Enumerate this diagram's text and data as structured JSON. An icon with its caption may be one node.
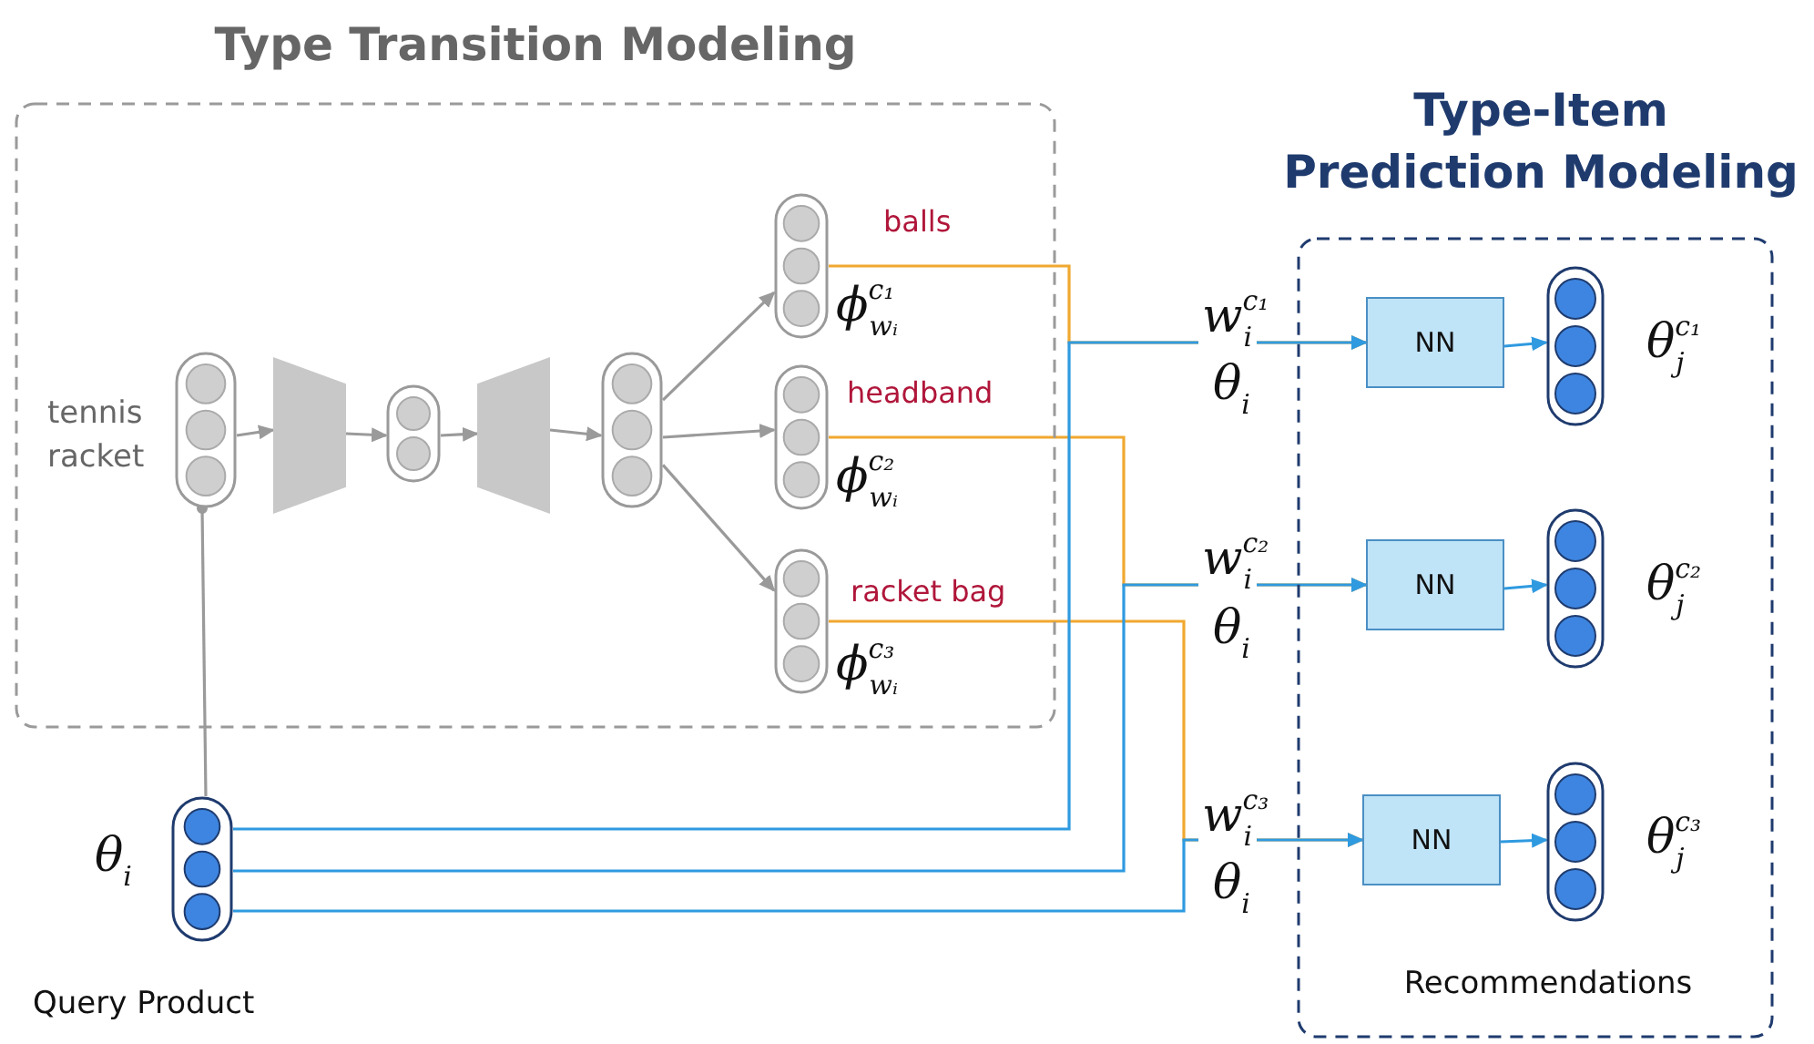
{
  "diagram": {
    "nodes": [
      {
        "text": [
          "Type Transition Modeling"
        ]
      },
      {
        "text": [],
        "shape": "box",
        "in": 0,
        "beside": [
          "tennis racket"
        ]
      },
      {
        "text": [],
        "shape": "trapezoid",
        "in": 0
      },
      {
        "text": [],
        "shape": "box",
        "in": 0
      },
      {
        "text": [],
        "shape": "trapezoid",
        "in": 0
      },
      {
        "text": [],
        "shape": "box",
        "in": 0
      },
      {
        "text": [],
        "shape": "box",
        "in": 0,
        "beside": [
          "balls",
          "ϕ$^{c₁}$$_{wᵢ}$"
        ]
      },
      {
        "text": [],
        "shape": "box",
        "in": 0,
        "beside": [
          "headband",
          "ϕ$^{c₂}$$_{wᵢ}$"
        ]
      },
      {
        "text": [],
        "shape": "box",
        "in": 0,
        "beside": [
          "racket bag",
          "ϕ$^{c₃}$$_{wᵢ}$"
        ]
      },
      {
        "text": [
          "Type-Item Prediction Modeling",
          "Recommendations"
        ]
      },
      {
        "text": [
          "NN"
        ],
        "in": 9
      },
      {
        "text": [],
        "shape": "box",
        "in": 9,
        "beside": [
          "θ$^{c₁}$$_{j}$"
        ]
      },
      {
        "text": [
          "NN"
        ],
        "in": 9
      },
      {
        "text": [],
        "shape": "box",
        "in": 9,
        "beside": [
          "θ$^{c₂}$$_{j}$"
        ]
      },
      {
        "text": [
          "NN"
        ],
        "in": 9
      },
      {
        "text": [],
        "shape": "box",
        "in": 9,
        "beside": [
          "θ$^{c₃}$$_{j}$"
        ]
      },
      {
        "text": [],
        "shape": "box",
        "beside": [
          "θ$_{i}$",
          "Query Product"
        ]
      }
    ],
    "edges": [
      {
        "from": 16,
        "to": 1,
        "arrow": "other"
      },
      {
        "from": 1,
        "to": 2,
        "arrow": "to"
      },
      {
        "from": 2,
        "to": 3,
        "arrow": "to"
      },
      {
        "from": 3,
        "to": 4,
        "arrow": "to"
      },
      {
        "from": 4,
        "to": 5,
        "arrow": "to"
      },
      {
        "from": 5,
        "to": 6,
        "arrow": "to"
      },
      {
        "from": 5,
        "to": 7,
        "arrow": "to"
      },
      {
        "from": 5,
        "to": 8,
        "arrow": "to"
      },
      {
        "from": 6,
        "to": 10,
        "arrow": "to",
        "label": "w$^{c₁}$$_{i}$",
        "color": "#f0a830"
      },
      {
        "from": 16,
        "to": 10,
        "arrow": "to",
        "label": "θ$_{i}$",
        "color": "#2f9ae0"
      },
      {
        "from": 7,
        "to": 12,
        "arrow": "to",
        "label": "w$^{c₂}$$_{i}$",
        "color": "#f0a830"
      },
      {
        "from": 16,
        "to": 12,
        "arrow": "to",
        "label": "θ$_{i}$",
        "color": "#2f9ae0"
      },
      {
        "from": 8,
        "to": 14,
        "arrow": "to",
        "label": "w$^{c₃}$$_{i}$",
        "color": "#f0a830"
      },
      {
        "from": 16,
        "to": 14,
        "arrow": "to",
        "label": "θ$_{i}$",
        "color": "#2f9ae0"
      },
      {
        "from": 10,
        "to": 11,
        "arrow": "to",
        "color": "#2f9ae0"
      },
      {
        "from": 12,
        "to": 13,
        "arrow": "to",
        "color": "#2f9ae0"
      },
      {
        "from": 14,
        "to": 15,
        "arrow": "to",
        "color": "#2f9ae0"
      }
    ]
  }
}
